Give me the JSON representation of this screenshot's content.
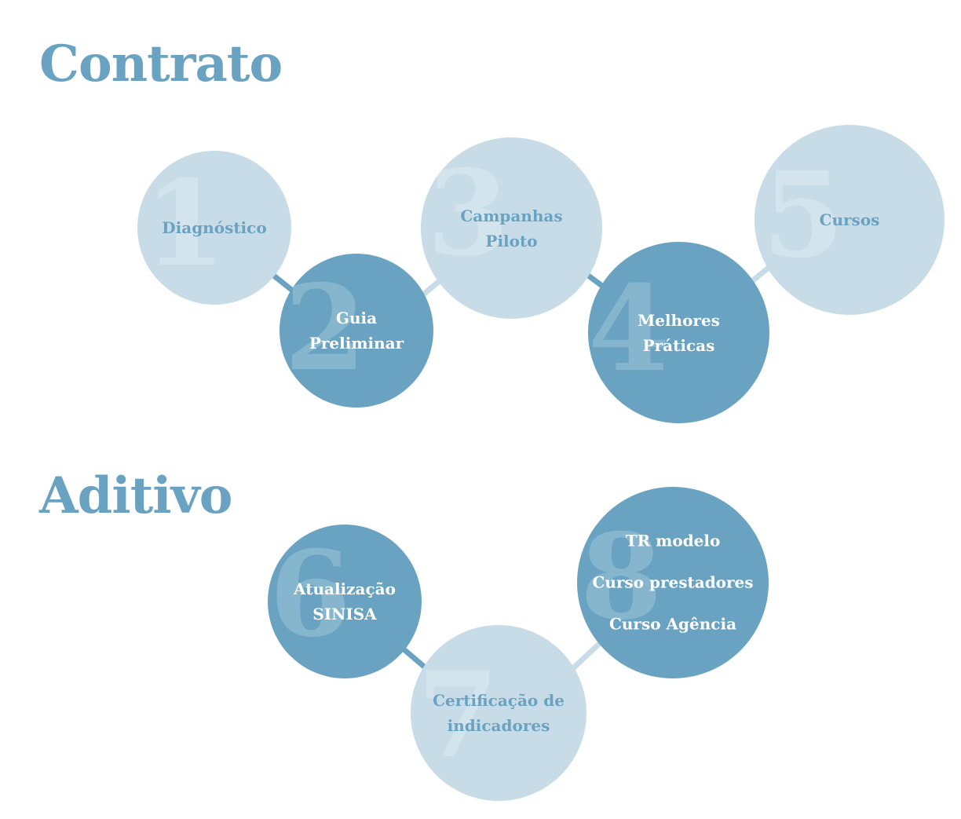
{
  "sections": {
    "contrato": "Contrato",
    "aditivo": "Aditivo"
  },
  "nodes": [
    {
      "number": "1",
      "lines": [
        "Diagnóstico"
      ]
    },
    {
      "number": "2",
      "lines": [
        "Guia",
        "Preliminar"
      ]
    },
    {
      "number": "3",
      "lines": [
        "Campanhas",
        "Piloto"
      ]
    },
    {
      "number": "4",
      "lines": [
        "Melhores",
        "Práticas"
      ]
    },
    {
      "number": "5",
      "lines": [
        "Cursos"
      ]
    },
    {
      "number": "6",
      "lines": [
        "Atualização",
        "SINISA"
      ]
    },
    {
      "number": "7",
      "lines": [
        "Certificação de",
        "indicadores"
      ]
    },
    {
      "number": "8",
      "lines": [
        "TR modelo",
        "Curso prestadores",
        "Curso Agência"
      ]
    }
  ],
  "colors": {
    "title": "#6aa3c2",
    "light_node": "#c8dce7",
    "dark_node": "#6aa3c2",
    "connector_dark": "#6aa3c2",
    "connector_light": "#c8dce7"
  }
}
